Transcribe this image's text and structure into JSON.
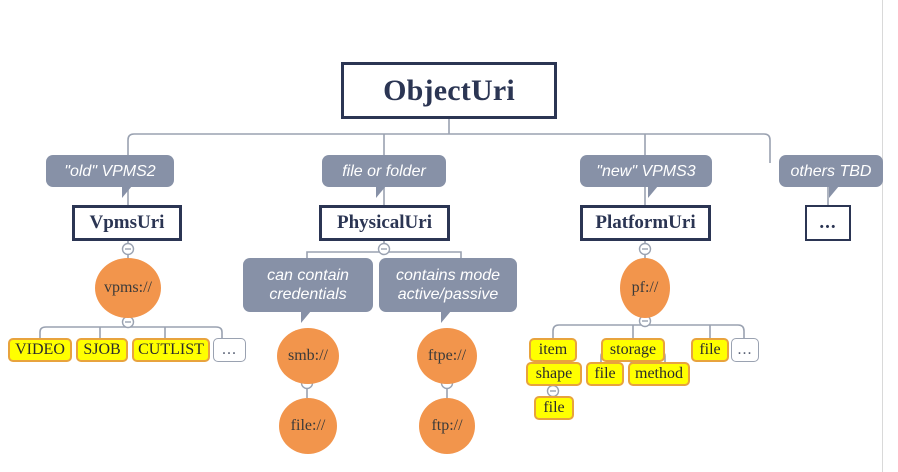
{
  "diagram": {
    "title": "ObjectUri class hierarchy",
    "colors": {
      "class_border": "#2b3553",
      "note_fill": "#8791a7",
      "ellipse_fill": "#f2954c",
      "leaf_fill": "#ffff00",
      "leaf_border": "#e8a33d",
      "connector": "#9aa2b1",
      "background": "#ffffff"
    },
    "root": {
      "label": "ObjectUri"
    },
    "notes": [
      {
        "id": "note-old-vpms2",
        "label": "\"old\" VPMS2"
      },
      {
        "id": "note-file-or-folder",
        "label": "file or folder"
      },
      {
        "id": "note-new-vpms3",
        "label": "\"new\" VPMS3"
      },
      {
        "id": "note-others-tbd",
        "label": "others TBD"
      },
      {
        "id": "note-can-contain-credentials",
        "line1": "can contain",
        "line2": "credentials"
      },
      {
        "id": "note-contains-mode",
        "line1": "contains mode",
        "line2": "active/passive"
      }
    ],
    "classes": [
      {
        "id": "class-vpmsuri",
        "label": "VpmsUri"
      },
      {
        "id": "class-physicaluri",
        "label": "PhysicalUri"
      },
      {
        "id": "class-platformuri",
        "label": "PlatformUri"
      },
      {
        "id": "class-others",
        "label": "..."
      }
    ],
    "schemes": [
      {
        "id": "scheme-vpms",
        "label": "vpms://"
      },
      {
        "id": "scheme-smb",
        "label": "smb://"
      },
      {
        "id": "scheme-file-smb",
        "label": "file://"
      },
      {
        "id": "scheme-ftpe",
        "label": "ftpe://"
      },
      {
        "id": "scheme-ftp",
        "label": "ftp://"
      },
      {
        "id": "scheme-pf",
        "label": "pf://"
      }
    ],
    "leaves": [
      {
        "id": "leaf-video",
        "label": "VIDEO"
      },
      {
        "id": "leaf-sjob",
        "label": "SJOB"
      },
      {
        "id": "leaf-cutlist",
        "label": "CUTLIST"
      },
      {
        "id": "leaf-vpms-more",
        "label": "..."
      },
      {
        "id": "leaf-item",
        "label": "item"
      },
      {
        "id": "leaf-storage",
        "label": "storage"
      },
      {
        "id": "leaf-file-pf",
        "label": "file"
      },
      {
        "id": "leaf-pf-more",
        "label": "..."
      },
      {
        "id": "leaf-shape",
        "label": "shape"
      },
      {
        "id": "leaf-file-storage",
        "label": "file"
      },
      {
        "id": "leaf-method",
        "label": "method"
      },
      {
        "id": "leaf-file-shape",
        "label": "file"
      }
    ]
  }
}
